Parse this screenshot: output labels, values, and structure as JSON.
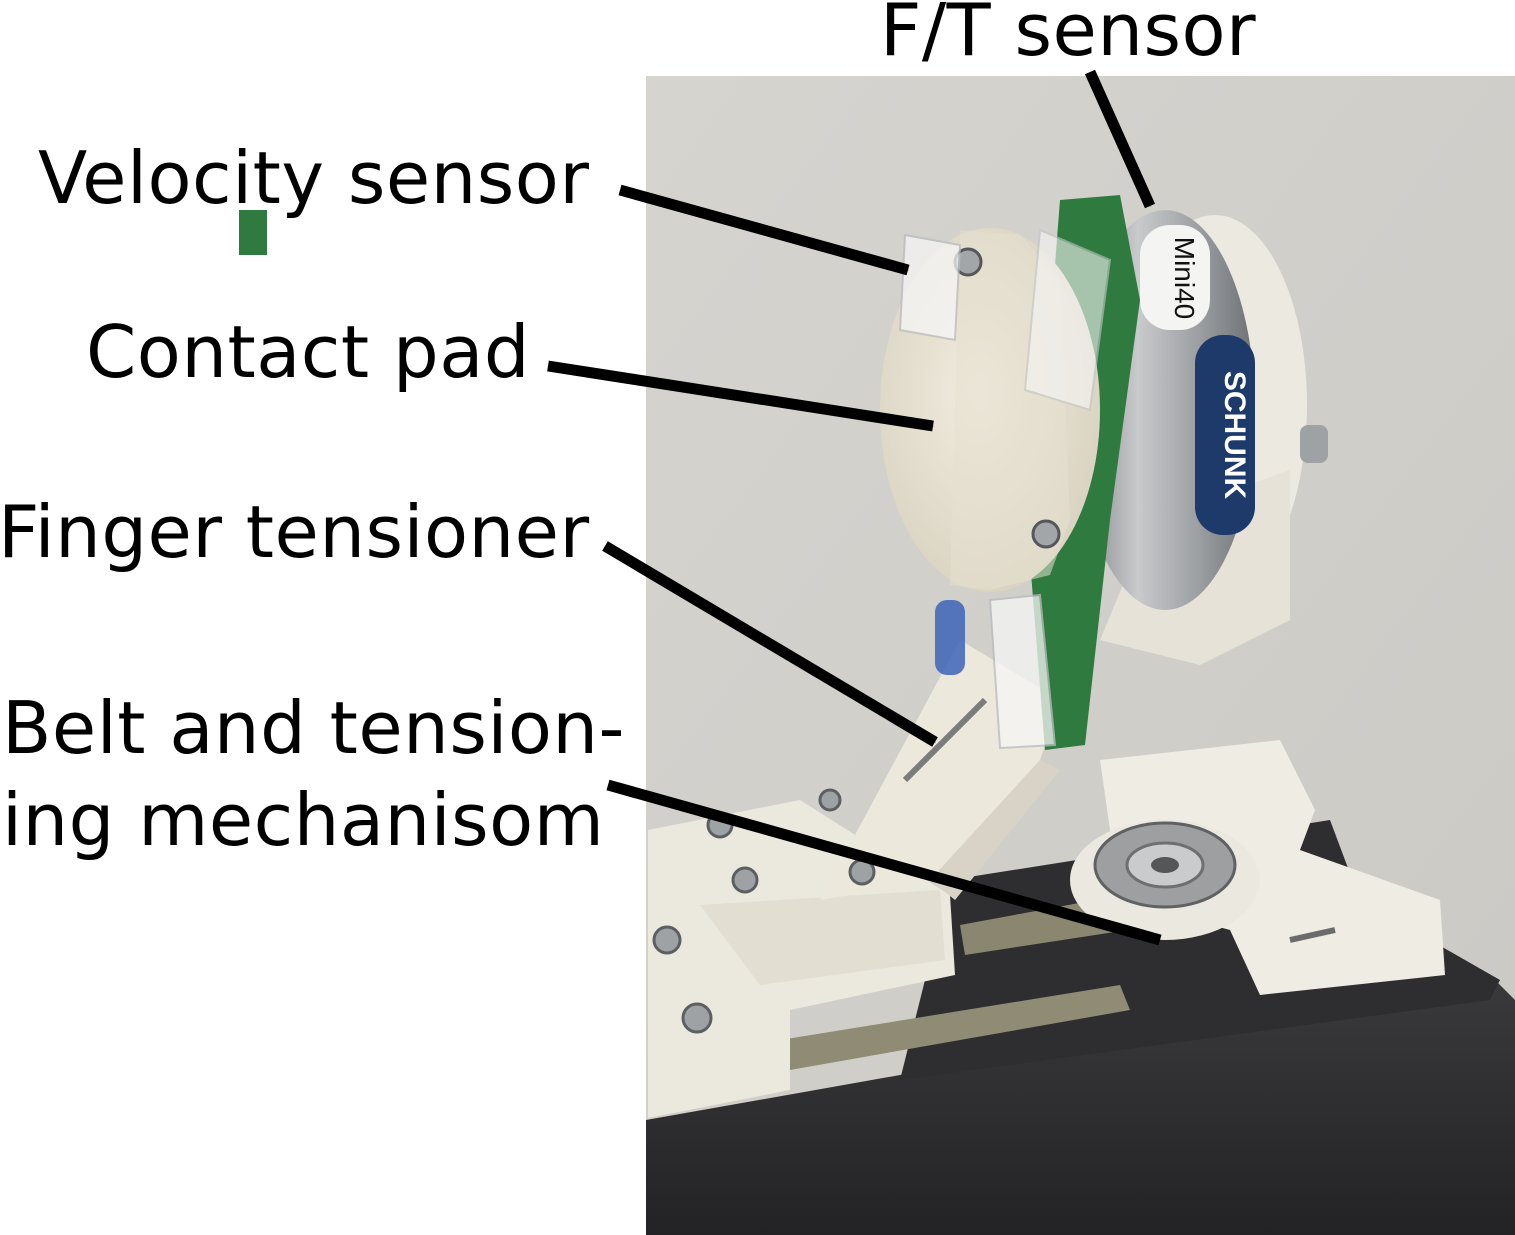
{
  "annotations": {
    "ft_sensor": "F/T sensor",
    "velocity_sensor": "Velocity sensor",
    "contact_pad": "Contact pad",
    "finger_tensioner": "Finger tensioner",
    "belt_line1": "Belt and tension-",
    "belt_line2": "ing mechanisom"
  },
  "photo_text": {
    "sensor_model": "Mini40",
    "brand": "SCHUNK"
  },
  "colors": {
    "backdrop": "#d4d2cd",
    "printed_plastic": "#ece9df",
    "pcb_green": "#2f7a3e",
    "steel": "#a9acae",
    "schunk_blue": "#1d3a6b",
    "base_black": "#2c2c2e"
  }
}
